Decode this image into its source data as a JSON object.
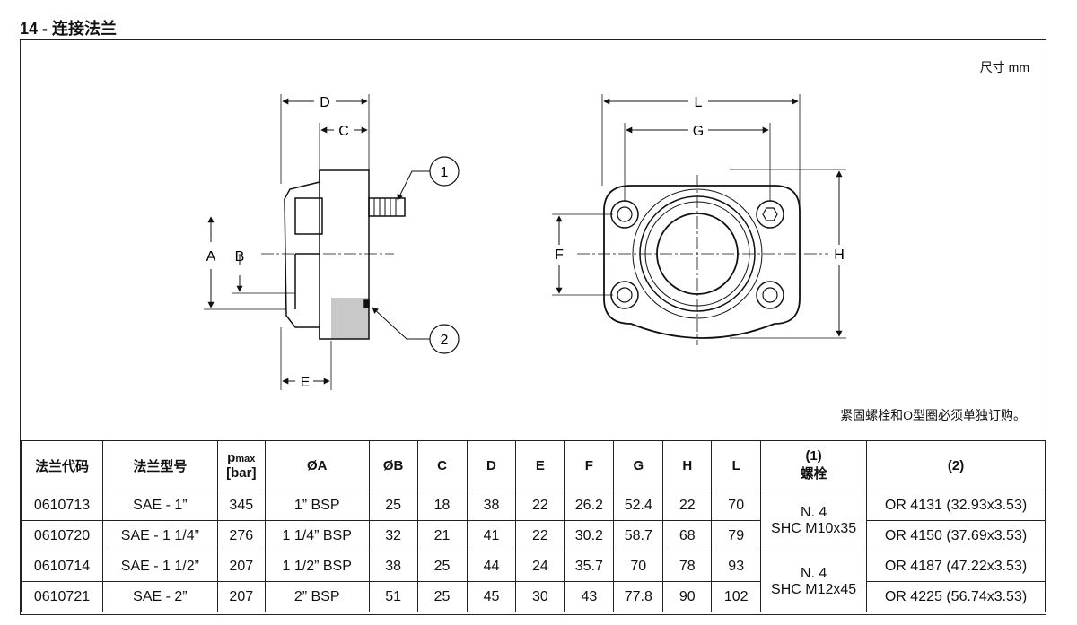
{
  "page": {
    "section_number": "14 -",
    "section_title": "连接法兰",
    "unit_note": "尺寸  mm",
    "order_note": "紧固螺栓和O型圈必须单独订购。"
  },
  "drawing": {
    "side_view_labels": {
      "D": "D",
      "C": "C",
      "A": "A",
      "B": "B",
      "E": "E",
      "callout1": "1",
      "callout2": "2"
    },
    "front_view_labels": {
      "L": "L",
      "G": "G",
      "F": "F",
      "H": "H"
    }
  },
  "table": {
    "headers": {
      "code": "法兰代码",
      "model": "法兰型号",
      "pmax_p": "p",
      "pmax_sub": "max",
      "pmax_unit": "[bar]",
      "oa": "ØA",
      "ob": "ØB",
      "c": "C",
      "d": "D",
      "e": "E",
      "f": "F",
      "g": "G",
      "h": "H",
      "l": "L",
      "bolts_num": "(1)",
      "bolts_label": "螺栓",
      "oring": "(2)"
    },
    "rows": [
      {
        "code": "0610713",
        "model": "SAE - 1”",
        "pmax": "345",
        "oa": "1” BSP",
        "ob": "25",
        "c": "18",
        "d": "38",
        "e": "22",
        "f": "26.2",
        "g": "52.4",
        "h": "22",
        "l": "70",
        "oring": "OR 4131 (32.93x3.53)"
      },
      {
        "code": "0610720",
        "model": "SAE - 1 1/4”",
        "pmax": "276",
        "oa": "1 1/4” BSP",
        "ob": "32",
        "c": "21",
        "d": "41",
        "e": "22",
        "f": "30.2",
        "g": "58.7",
        "h": "68",
        "l": "79",
        "oring": "OR 4150 (37.69x3.53)"
      },
      {
        "code": "0610714",
        "model": "SAE - 1 1/2”",
        "pmax": "207",
        "oa": "1 1/2” BSP",
        "ob": "38",
        "c": "25",
        "d": "44",
        "e": "24",
        "f": "35.7",
        "g": "70",
        "h": "78",
        "l": "93",
        "oring": "OR 4187 (47.22x3.53)"
      },
      {
        "code": "0610721",
        "model": "SAE - 2”",
        "pmax": "207",
        "oa": "2” BSP",
        "ob": "51",
        "c": "25",
        "d": "45",
        "e": "30",
        "f": "43",
        "g": "77.8",
        "h": "90",
        "l": "102",
        "oring": "OR 4225 (56.74x3.53)"
      }
    ],
    "bolt_groups": [
      {
        "count": "N. 4",
        "spec": "SHC M10x35"
      },
      {
        "count": "N. 4",
        "spec": "SHC M12x45"
      }
    ]
  }
}
